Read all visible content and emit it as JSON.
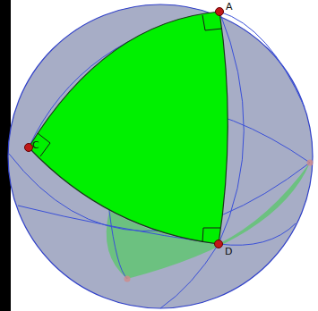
{
  "diagram": {
    "labels": [
      "A",
      "C",
      "D"
    ]
  }
}
